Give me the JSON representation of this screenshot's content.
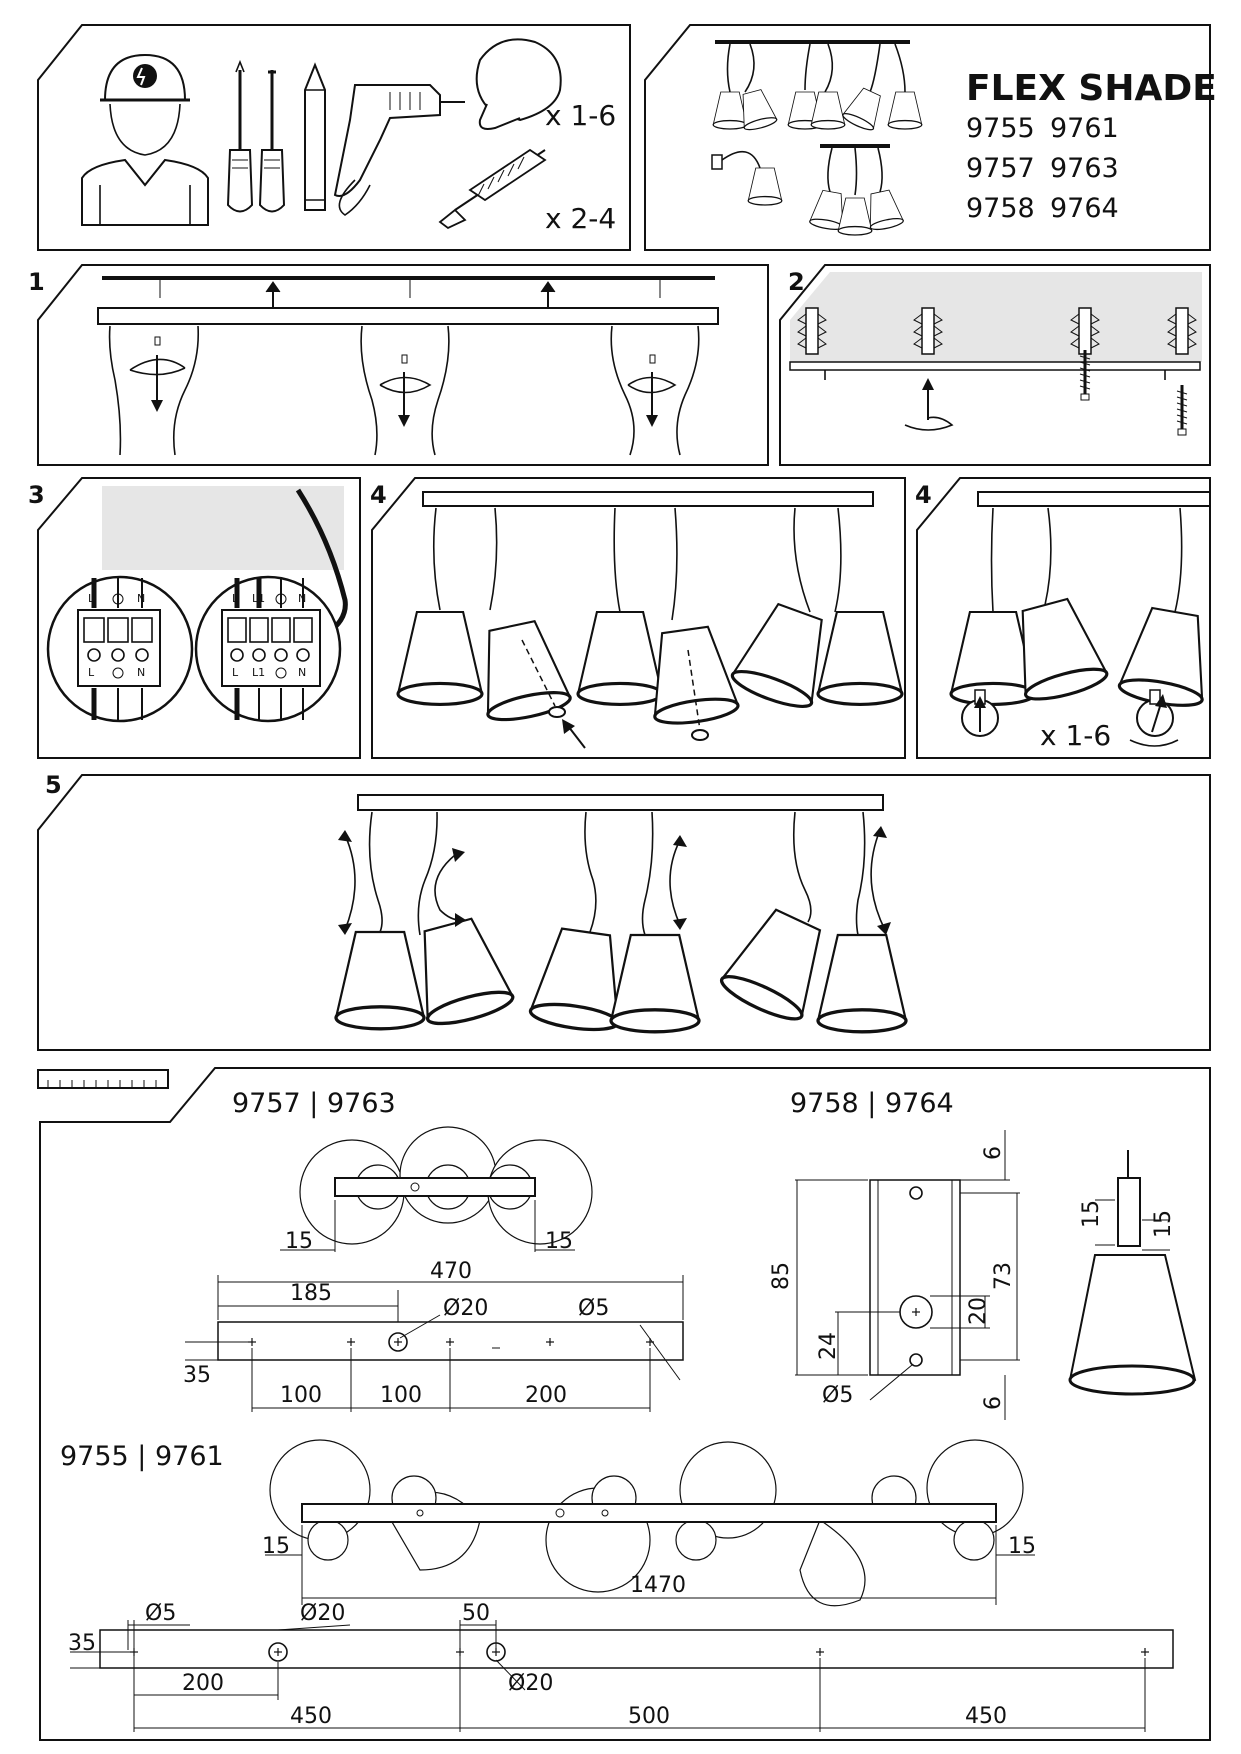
{
  "product": {
    "name": "FLEX SHADE",
    "codes": [
      "9755",
      "9761",
      "9757",
      "9763",
      "9758",
      "9764"
    ]
  },
  "tools": {
    "bulb_count": "x 1-6",
    "dowel_count": "x 2-4",
    "icons": [
      "electrician-icon",
      "screwdriver-icon",
      "pencil-icon",
      "drill-icon",
      "bulb-icon",
      "wall-plug-icon"
    ]
  },
  "steps": {
    "s1": "1",
    "s2": "2",
    "s3": "3",
    "s4a": "4",
    "s4b": "4",
    "s4b_count": "x 1-6",
    "s5": "5"
  },
  "terminals": {
    "left": {
      "top": [
        "L",
        "N"
      ],
      "bottom": [
        "L",
        "N"
      ]
    },
    "right": {
      "top": [
        "L",
        "L1",
        "N"
      ],
      "bottom": [
        "L",
        "L1",
        "N"
      ]
    }
  },
  "dimensions": {
    "d9757": {
      "title": "9757 | 9763",
      "side_left": "15",
      "side_right": "15",
      "length": "470",
      "offset": "185",
      "hole_big": "Ø20",
      "hole_small": "Ø5",
      "height": "35",
      "spacing_1": "100",
      "spacing_2": "100",
      "spacing_3": "200"
    },
    "d9758": {
      "title": "9758 | 9764",
      "top_margin": "6",
      "height": "85",
      "inner": "73",
      "hole": "20",
      "offset": "24",
      "bottom_margin": "6",
      "hole_small": "Ø5",
      "side_1": "15",
      "side_2": "15"
    },
    "d9755": {
      "title": "9755 | 9761",
      "side_left": "15",
      "side_right": "15",
      "length": "1470",
      "hole_small": "Ø5",
      "hole_big_1": "Ø20",
      "gap": "50",
      "height": "35",
      "offset": "200",
      "hole_big_2": "Ø20",
      "spacing_1": "450",
      "spacing_2": "500",
      "spacing_3": "450"
    }
  }
}
